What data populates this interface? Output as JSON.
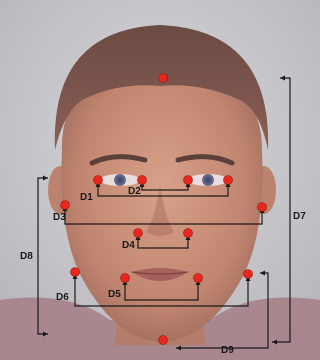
{
  "colors": {
    "landmark": "#e8281e",
    "line": "#1a1a1a",
    "background": "#cfcfcf"
  },
  "landmarks": [
    {
      "id": "crown"
    },
    {
      "id": "right-eye-outer"
    },
    {
      "id": "right-eye-inner"
    },
    {
      "id": "left-eye-inner"
    },
    {
      "id": "left-eye-outer"
    },
    {
      "id": "right-cheek-edge"
    },
    {
      "id": "left-cheek-edge"
    },
    {
      "id": "right-nose-wing"
    },
    {
      "id": "left-nose-wing"
    },
    {
      "id": "right-jaw"
    },
    {
      "id": "left-jaw"
    },
    {
      "id": "right-mouth-corner"
    },
    {
      "id": "left-mouth-corner"
    },
    {
      "id": "chin"
    }
  ],
  "distances": [
    {
      "label": "D1"
    },
    {
      "label": "D2"
    },
    {
      "label": "D3"
    },
    {
      "label": "D4"
    },
    {
      "label": "D5"
    },
    {
      "label": "D6"
    },
    {
      "label": "D7"
    },
    {
      "label": "D8"
    },
    {
      "label": "D9"
    }
  ]
}
